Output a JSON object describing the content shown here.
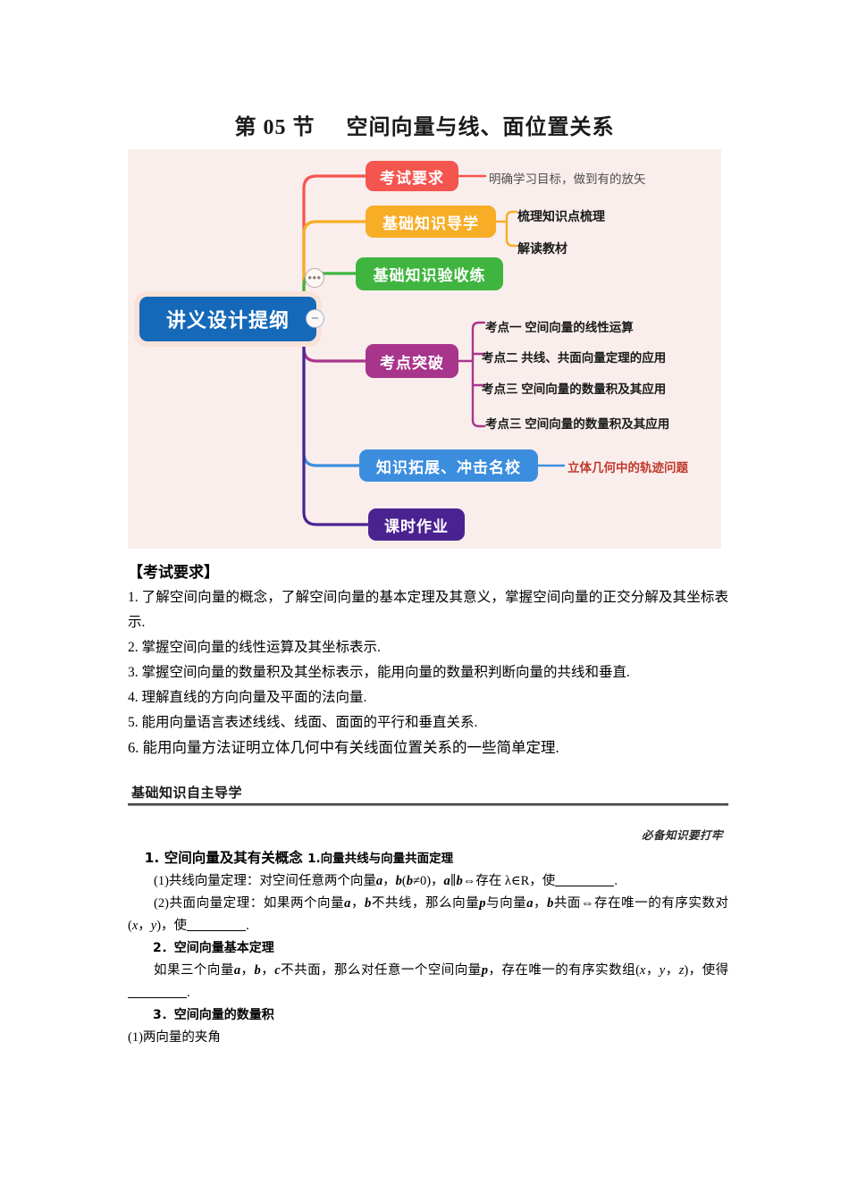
{
  "title": {
    "section": "第 05 节",
    "name": "空间向量与线、面位置关系"
  },
  "mindmap": {
    "root": "讲义设计提纲",
    "badge_dots": "•••",
    "badge_minus": "−",
    "nodes": {
      "exam": "考试要求",
      "guide": "基础知识导学",
      "check": "基础知识验收练",
      "breakthrough": "考点突破",
      "expand": "知识拓展、冲击名校",
      "homework": "课时作业"
    },
    "leaves": {
      "exam": "明确学习目标，做到有的放矢",
      "guide_1": "梳理知识点梳理",
      "guide_2": "解读教材",
      "point_1": "考点一 空间向量的线性运算",
      "point_2": "考点二 共线、共面向量定理的应用",
      "point_3": "考点三   空间向量的数量积及其应用",
      "point_4": "考点三   空间向量的数量积及其应用",
      "expand_1": "立体几何中的轨迹问题"
    },
    "colors": {
      "panel_bg": "#faeeed",
      "root": "#1569b8",
      "exam": "#f4564f",
      "guide": "#f7ad26",
      "check": "#3fb53f",
      "breakthrough": "#a8358c",
      "expand": "#3b8ede",
      "homework": "#4b2391",
      "leaf_expand_text": "#c0392b"
    }
  },
  "requirements": {
    "heading": "【考试要求】",
    "items": [
      "1. 了解空间向量的概念，了解空间向量的基本定理及其意义，掌握空间向量的正交分解及其坐标表示.",
      "2. 掌握空间向量的线性运算及其坐标表示.",
      "3. 掌握空间向量的数量积及其坐标表示，能用向量的数量积判断向量的共线和垂直.",
      "4. 理解直线的方向向量及平面的法向量.",
      "5. 能用向量语言表述线线、线面、面面的平行和垂直关系.",
      "6. 能用向量方法证明立体几何中有关线面位置关系的一些简单定理."
    ]
  },
  "banner": {
    "title": "基础知识自主导学",
    "note": "必备知识要打牢"
  },
  "knowledge": {
    "h1_num": "1.",
    "h1_main": "空间向量及其有关概念",
    "h1_sub": "1.向量共线与向量共面定理",
    "item1_1_label": "(1)共线向量定理：对空间任意两个向量",
    "item1_1_a": "a",
    "item1_1_comma": "，",
    "item1_1_b": "b",
    "item1_1_cond": "(",
    "item1_1_b2": "b",
    "item1_1_neq": "≠0)，",
    "item1_1_a2": "a",
    "item1_1_par": "∥",
    "item1_1_b3": "b",
    "item1_1_tail": "⇔存在 λ∈R，使",
    "item1_1_period": ".",
    "item1_2_p1": "(2)共面向量定理：如果两个向量",
    "item1_2_a": "a",
    "item1_2_b": "b",
    "item1_2_p2": "不共线，那么向量",
    "item1_2_p": "p",
    "item1_2_p3": "与向量",
    "item1_2_p4": "共面⇔存在唯一的有序实数对(",
    "item1_2_x": "x",
    "item1_2_y": "y",
    "item1_2_p5": ")，使",
    "h2": "2．空间向量基本定理",
    "item2_p1": "如果三个向量",
    "item2_a": "a",
    "item2_b": "b",
    "item2_c": "c",
    "item2_p2": "不共面，那么对任意一个空间向量",
    "item2_p": "p",
    "item2_p3": "，存在唯一的有序实数组(",
    "item2_x": "x",
    "item2_y": "y",
    "item2_z": "z",
    "item2_p4": ")，使得",
    "h3": "3．空间向量的数量积",
    "item3_1": "(1)两向量的夹角"
  }
}
